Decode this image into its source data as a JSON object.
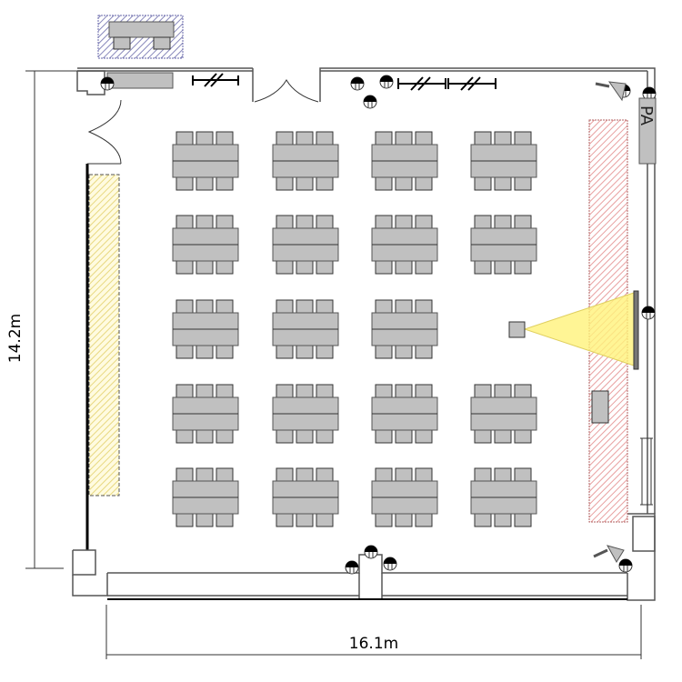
{
  "dimensions": {
    "height_label": "14.2m",
    "width_label": "16.1m"
  },
  "pa_label": "PA",
  "table_grid": [
    [
      true,
      true,
      true,
      true
    ],
    [
      true,
      true,
      true,
      true
    ],
    [
      true,
      true,
      true,
      false
    ],
    [
      true,
      true,
      true,
      true
    ],
    [
      true,
      true,
      true,
      true
    ]
  ],
  "chairs_per_side": 3,
  "colors": {
    "table": "#c0c0c0",
    "stage_hatch": "#e8a0a0",
    "yellow_zone": "#f0e070",
    "projection": "#fff27a",
    "wall": "#555555"
  }
}
